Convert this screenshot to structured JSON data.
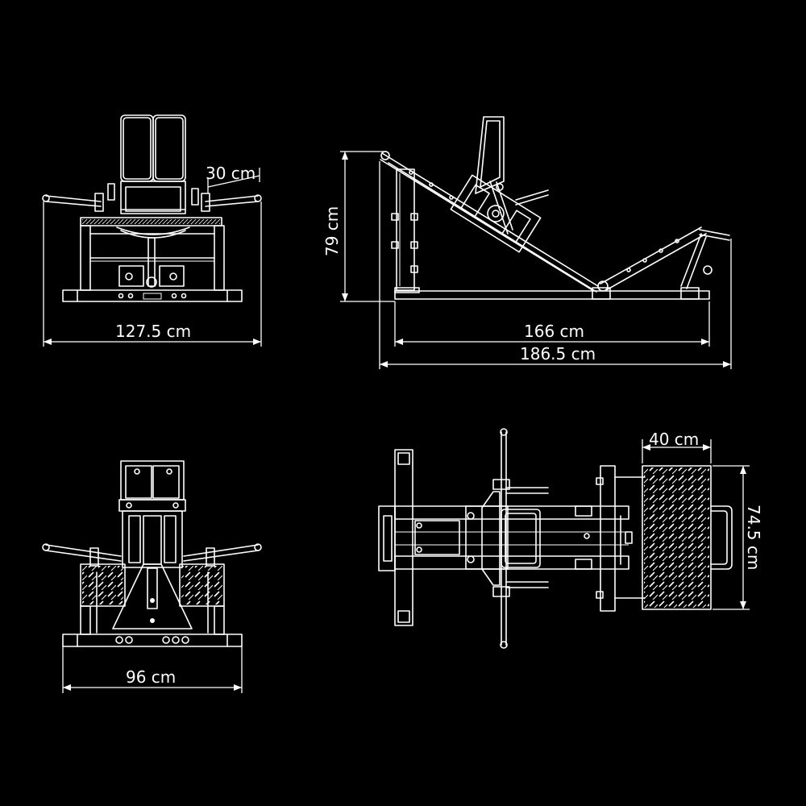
{
  "dimensions": {
    "front_view": {
      "width_label": "127.5 cm",
      "handle_angle_label": "30 cm"
    },
    "side_view": {
      "height_label": "79 cm",
      "base_length_label": "166 cm",
      "total_length_label": "186.5 cm"
    },
    "rear_view": {
      "width_label": "96 cm"
    },
    "top_view": {
      "platform_depth_label": "40 cm",
      "platform_width_label": "74.5 cm"
    }
  },
  "colors": {
    "background": "#000000",
    "line": "#ffffff"
  }
}
